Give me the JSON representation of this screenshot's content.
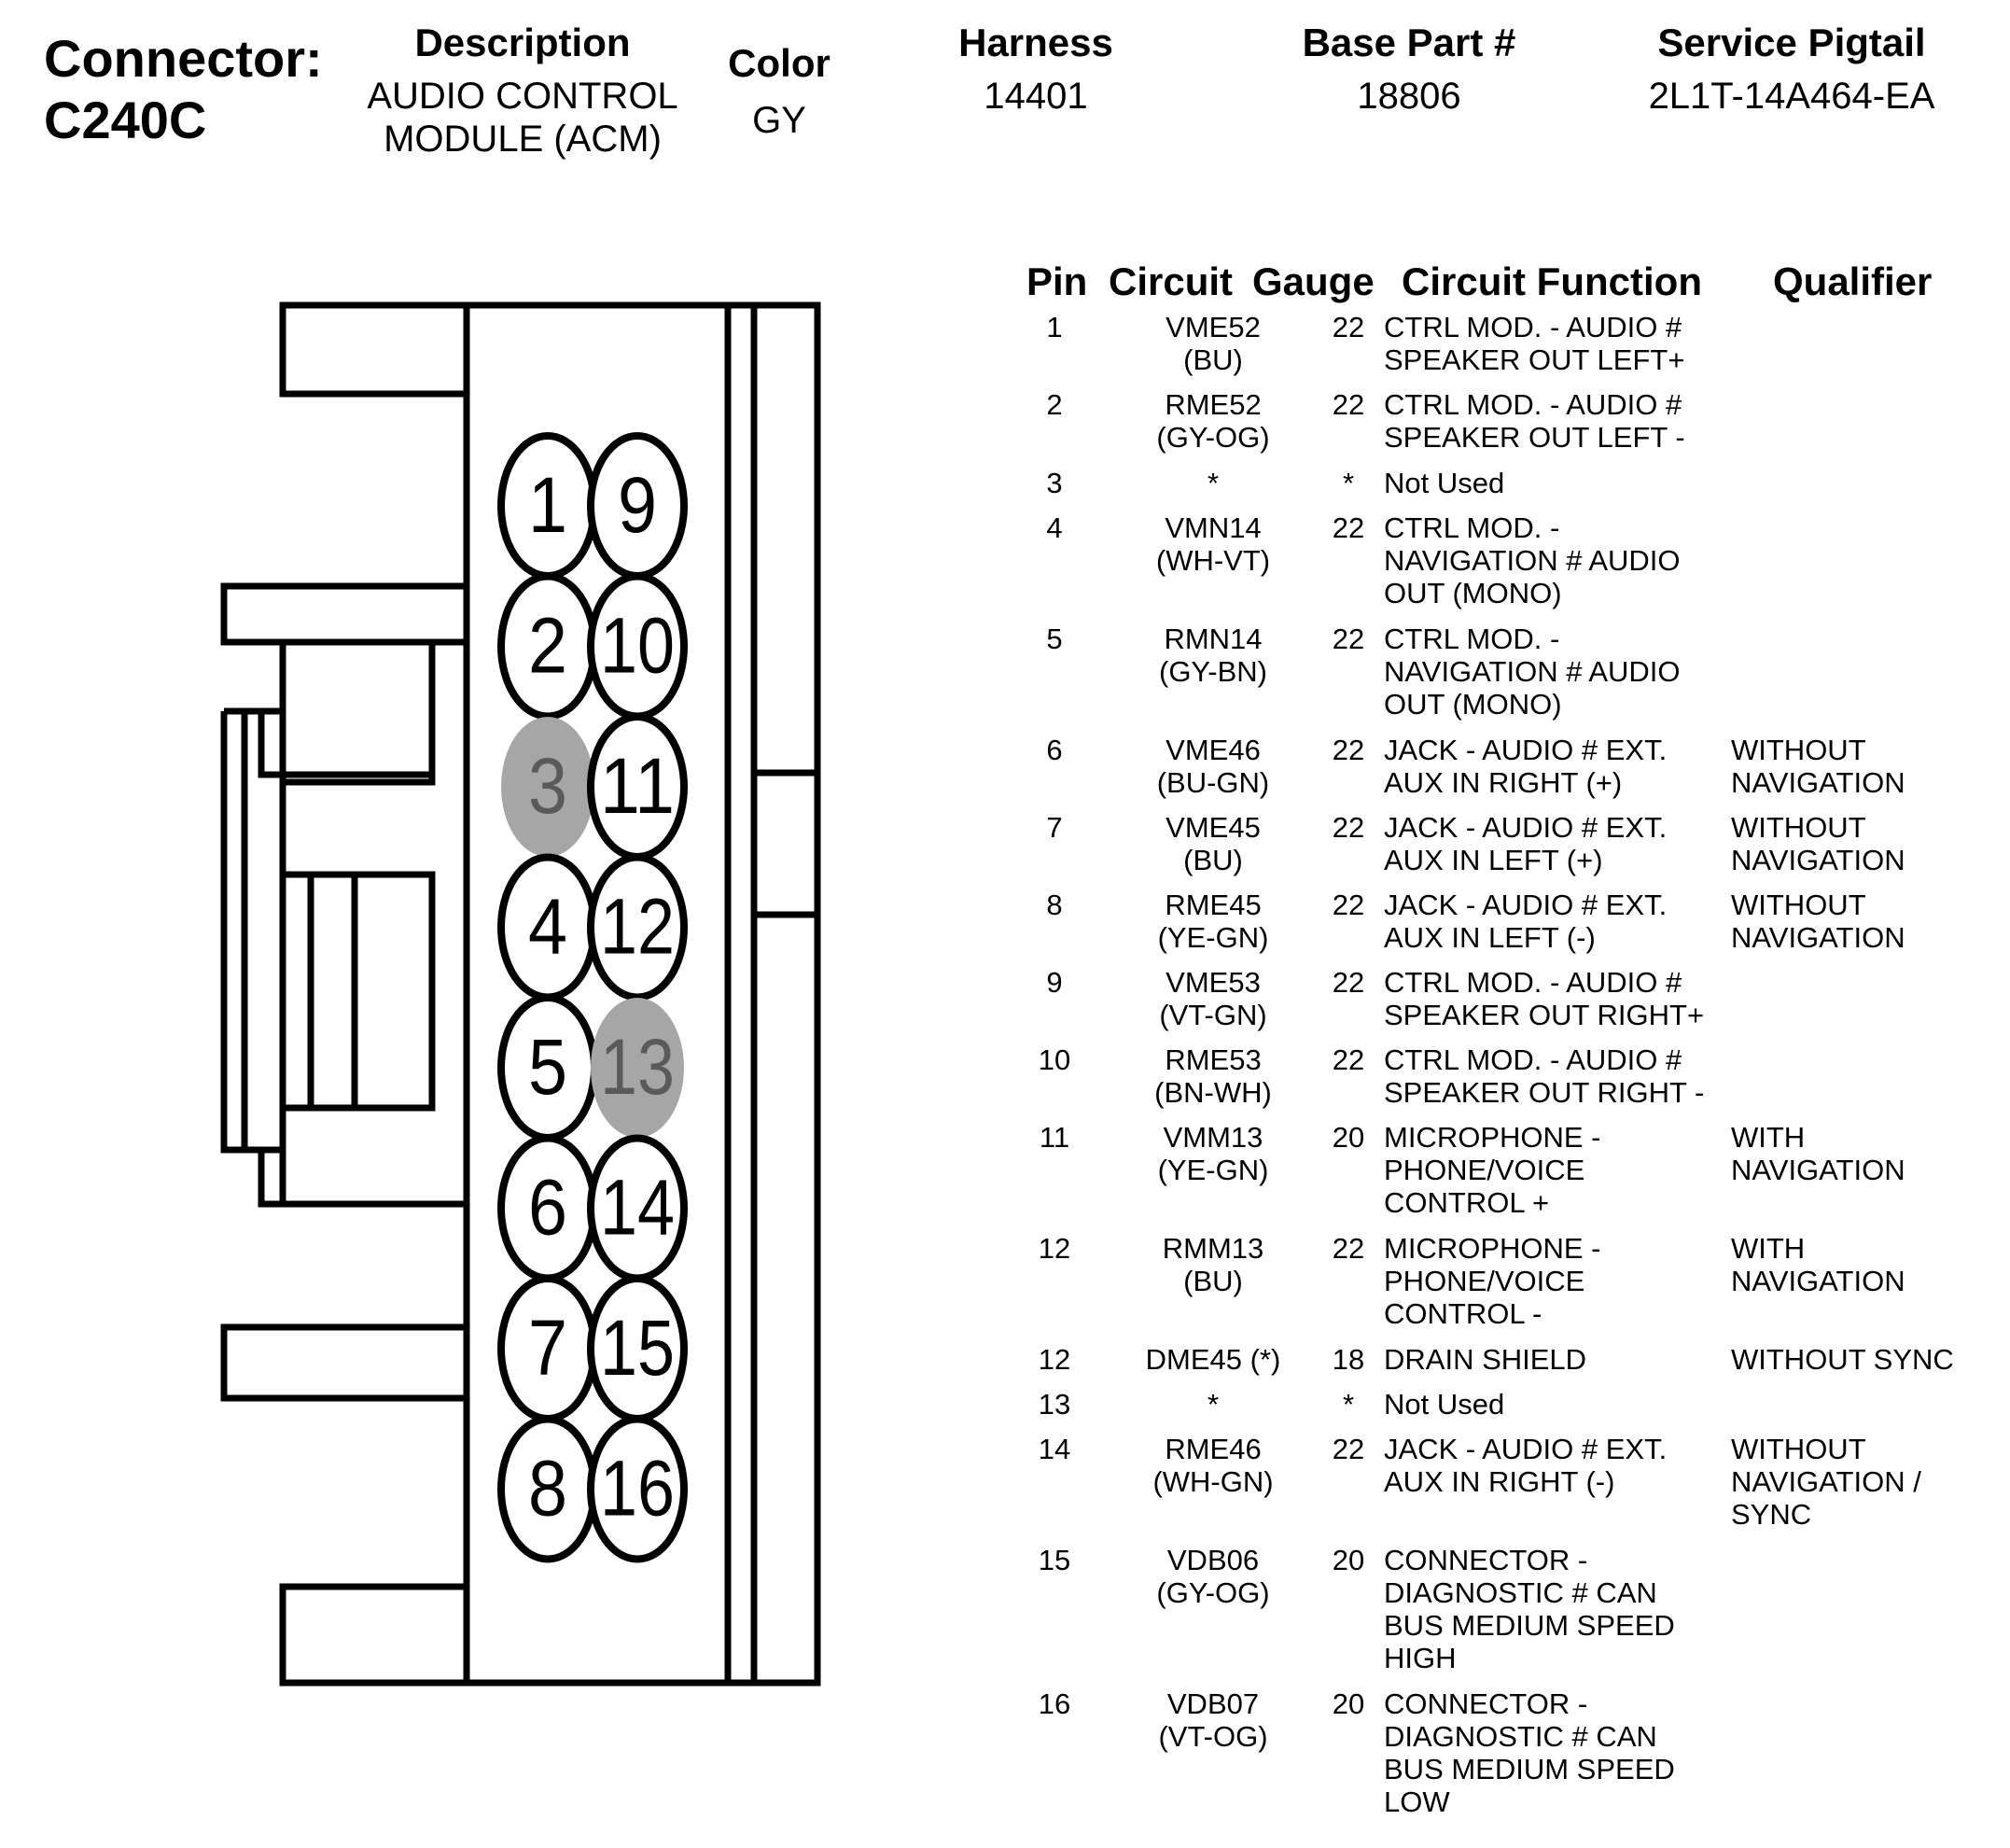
{
  "connector": {
    "label": "Connector:",
    "id": "C240C"
  },
  "header": {
    "description": {
      "label": "Description",
      "value": "AUDIO CONTROL\nMODULE (ACM)"
    },
    "color": {
      "label": "Color",
      "value": "GY"
    },
    "harness": {
      "label": "Harness",
      "value": "14401"
    },
    "base_part": {
      "label": "Base Part #",
      "value": "18806"
    },
    "service_pigtail": {
      "label": "Service Pigtail",
      "value": "2L1T-14A464-EA"
    }
  },
  "table": {
    "headers": {
      "pin": "Pin",
      "circuit": "Circuit",
      "gauge": "Gauge",
      "function": "Circuit Function",
      "qualifier": "Qualifier"
    },
    "rows": [
      {
        "pin": "1",
        "circuit": "VME52\n(BU)",
        "gauge": "22",
        "function": "CTRL MOD. - AUDIO #\nSPEAKER OUT LEFT+",
        "qualifier": ""
      },
      {
        "pin": "2",
        "circuit": "RME52\n(GY-OG)",
        "gauge": "22",
        "function": "CTRL MOD. - AUDIO #\nSPEAKER OUT LEFT -",
        "qualifier": ""
      },
      {
        "pin": "3",
        "circuit": "*",
        "gauge": "*",
        "function": "Not Used",
        "qualifier": ""
      },
      {
        "pin": "4",
        "circuit": "VMN14\n(WH-VT)",
        "gauge": "22",
        "function": "CTRL MOD. -\nNAVIGATION # AUDIO\nOUT (MONO)",
        "qualifier": ""
      },
      {
        "pin": "5",
        "circuit": "RMN14\n(GY-BN)",
        "gauge": "22",
        "function": "CTRL MOD. -\nNAVIGATION # AUDIO\nOUT (MONO)",
        "qualifier": ""
      },
      {
        "pin": "6",
        "circuit": "VME46\n(BU-GN)",
        "gauge": "22",
        "function": "JACK - AUDIO # EXT.\nAUX IN RIGHT (+)",
        "qualifier": "WITHOUT\nNAVIGATION"
      },
      {
        "pin": "7",
        "circuit": "VME45\n(BU)",
        "gauge": "22",
        "function": "JACK - AUDIO # EXT.\nAUX IN LEFT (+)",
        "qualifier": "WITHOUT\nNAVIGATION"
      },
      {
        "pin": "8",
        "circuit": "RME45\n(YE-GN)",
        "gauge": "22",
        "function": "JACK - AUDIO # EXT.\nAUX IN LEFT (-)",
        "qualifier": "WITHOUT\nNAVIGATION"
      },
      {
        "pin": "9",
        "circuit": "VME53\n(VT-GN)",
        "gauge": "22",
        "function": "CTRL MOD. - AUDIO #\nSPEAKER OUT RIGHT+",
        "qualifier": ""
      },
      {
        "pin": "10",
        "circuit": "RME53\n(BN-WH)",
        "gauge": "22",
        "function": "CTRL MOD. - AUDIO #\nSPEAKER OUT RIGHT -",
        "qualifier": ""
      },
      {
        "pin": "11",
        "circuit": "VMM13\n(YE-GN)",
        "gauge": "20",
        "function": "MICROPHONE -\nPHONE/VOICE\nCONTROL +",
        "qualifier": "WITH\nNAVIGATION"
      },
      {
        "pin": "12",
        "circuit": "RMM13\n(BU)",
        "gauge": "22",
        "function": "MICROPHONE -\nPHONE/VOICE\nCONTROL -",
        "qualifier": "WITH\nNAVIGATION"
      },
      {
        "pin": "12",
        "circuit": "DME45 (*)",
        "gauge": "18",
        "function": "DRAIN SHIELD",
        "qualifier": "WITHOUT SYNC"
      },
      {
        "pin": "13",
        "circuit": "*",
        "gauge": "*",
        "function": "Not Used",
        "qualifier": ""
      },
      {
        "pin": "14",
        "circuit": "RME46\n(WH-GN)",
        "gauge": "22",
        "function": "JACK - AUDIO # EXT.\nAUX IN RIGHT (-)",
        "qualifier": "WITHOUT\nNAVIGATION /\nSYNC"
      },
      {
        "pin": "15",
        "circuit": "VDB06\n(GY-OG)",
        "gauge": "20",
        "function": "CONNECTOR -\nDIAGNOSTIC # CAN\nBUS MEDIUM SPEED\nHIGH",
        "qualifier": ""
      },
      {
        "pin": "16",
        "circuit": "VDB07\n(VT-OG)",
        "gauge": "20",
        "function": "CONNECTOR -\nDIAGNOSTIC # CAN\nBUS MEDIUM SPEED\nLOW",
        "qualifier": ""
      }
    ]
  },
  "diagram": {
    "pins_left": [
      "1",
      "2",
      "3",
      "4",
      "5",
      "6",
      "7",
      "8"
    ],
    "pins_right": [
      "9",
      "10",
      "11",
      "12",
      "13",
      "14",
      "15",
      "16"
    ],
    "unused_pins": [
      "3",
      "13"
    ],
    "unused_fill": "#a6a6a6",
    "unused_text_color": "#5a5a5a"
  }
}
